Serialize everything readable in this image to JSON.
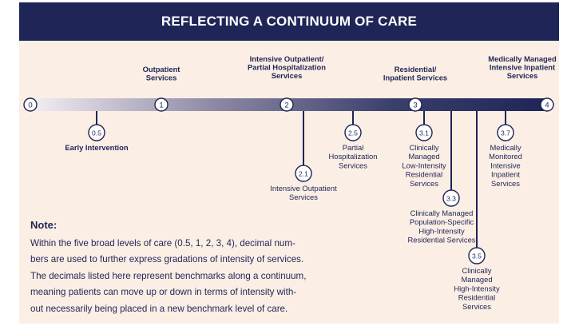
{
  "title": "REFLECTING A CONTINUUM OF CARE",
  "main_levels": [
    {
      "num": "0",
      "label": []
    },
    {
      "num": "1",
      "label": [
        "Outpatient",
        "Services"
      ]
    },
    {
      "num": "2",
      "label": [
        "Intensive Outpatient/",
        "Partial Hospitalization",
        "Services"
      ]
    },
    {
      "num": "3",
      "label": [
        "Residential/",
        "Inpatient Services"
      ]
    },
    {
      "num": "4",
      "label": [
        "Medically Managed",
        "Intensive Inpatient",
        "Services"
      ]
    }
  ],
  "sub_levels": [
    {
      "num": "0.5",
      "label": [
        "Early Intervention"
      ]
    },
    {
      "num": "2.1",
      "label": [
        "Intensive Outpatient",
        "Services"
      ]
    },
    {
      "num": "2.5",
      "label": [
        "Partial",
        "Hospitalization",
        "Services"
      ]
    },
    {
      "num": "3.1",
      "label": [
        "Clinically",
        "Managed",
        "Low-Intensity",
        "Residential",
        "Services"
      ]
    },
    {
      "num": "3.3",
      "label": [
        "Clinically Managed",
        "Population-Specific",
        "High-Intensity",
        "Residential Services"
      ]
    },
    {
      "num": "3.5",
      "label": [
        "Clinically",
        "Managed",
        "High-Intensity",
        "Residential",
        "Services"
      ]
    },
    {
      "num": "3.7",
      "label": [
        "Medically",
        "Monitored",
        "Intensive",
        "Inpatient",
        "Services"
      ]
    }
  ],
  "note": {
    "title": "Note:",
    "body": "Within the five broad levels of care (0.5, 1, 2, 3, 4), decimal num-bers are used to further express gradations of intensity of services. The decimals listed here represent benchmarks along a continuum, meaning patients can move up or down in terms of intensity with-out necessarily being placed in a new benchmark level of care.",
    "lines": [
      "Within the five broad levels of care (0.5, 1, 2, 3, 4), decimal num-",
      "bers are used to further express gradations of intensity of services.",
      "The decimals listed here represent benchmarks along a continuum,",
      "meaning patients can move up or down in terms of intensity with-",
      "out necessarily being placed in a new benchmark level of care."
    ]
  },
  "colors": {
    "navy": "#1f2557",
    "background": "#fbeee4",
    "bar_start": "#f2eef3",
    "bar_end": "#1f2557"
  }
}
